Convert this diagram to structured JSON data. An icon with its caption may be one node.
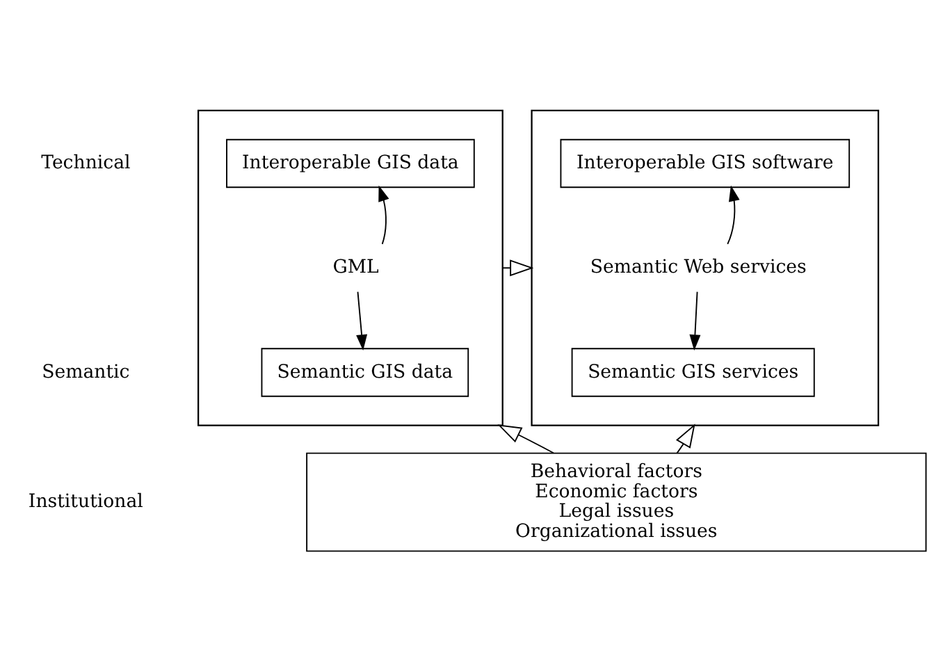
{
  "diagram": {
    "nodes": [
      {
        "text": [],
        "shape": "box"
      },
      {
        "text": [
          "Interoperable GIS data"
        ],
        "in": 0
      },
      {
        "text": [
          "GML"
        ],
        "in": 0
      },
      {
        "text": [
          "Semantic GIS data"
        ],
        "in": 0
      },
      {
        "text": [],
        "shape": "box"
      },
      {
        "text": [
          "Interoperable GIS software"
        ],
        "in": 4
      },
      {
        "text": [
          "Semantic Web services"
        ],
        "in": 4
      },
      {
        "text": [
          "Semantic GIS services"
        ],
        "in": 4
      },
      {
        "text": [
          "Behavioral factors",
          "Economic factors",
          "Legal issues",
          "Organizational issues"
        ]
      }
    ],
    "edges": [
      {
        "from": 2,
        "to": 1,
        "arrow": "to"
      },
      {
        "from": 2,
        "to": 3,
        "arrow": "to"
      },
      {
        "from": 6,
        "to": 5,
        "arrow": "to"
      },
      {
        "from": 6,
        "to": 7,
        "arrow": "to"
      },
      {
        "from": 0,
        "to": 4,
        "arrow": "to"
      },
      {
        "from": 8,
        "to": 0,
        "arrow": "to"
      },
      {
        "from": 8,
        "to": 4,
        "arrow": "to"
      }
    ],
    "labels": [
      "Technical",
      "Semantic",
      "Institutional"
    ]
  }
}
